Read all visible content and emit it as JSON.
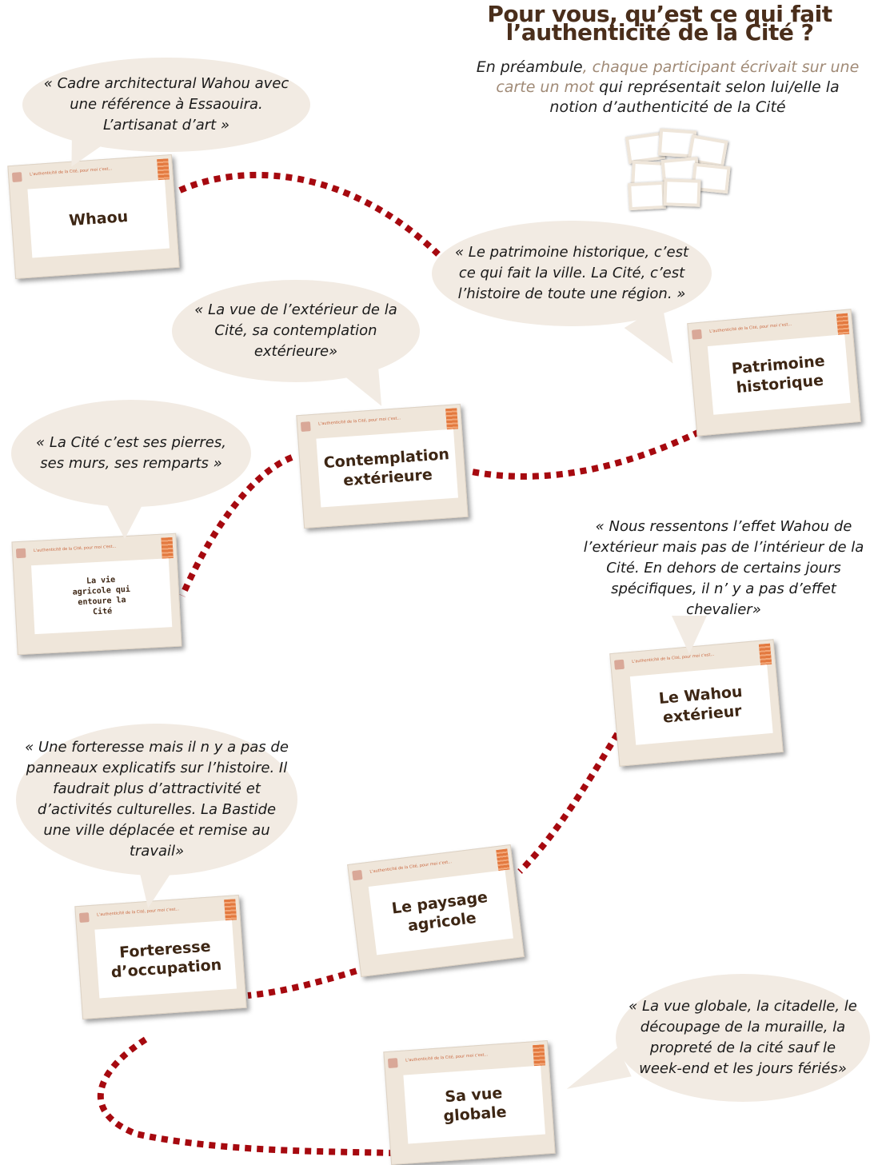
{
  "title": {
    "line1": "Pour vous, qu’est ce qui fait",
    "line2": "l’authenticité de la Cité ?"
  },
  "intro": {
    "part1": "En préambule",
    "part2": ", chaque participant écrivait sur une carte un mot",
    "part3": " qui représentait selon lui/elle la notion d’authenticité de la Cité"
  },
  "card_header": "L'authenticité de la Cité, pour moi c'est...",
  "quotes": [
    "« Cadre architectural Wahou avec une référence à Essaouira. L’artisanat d’art »",
    "« Le patrimoine historique, c’est ce qui fait la ville. La Cité, c’est l’histoire de toute une région. »",
    "« La vue de l’extérieur de la Cité, sa contemplation extérieure»",
    "« La Cité c’est ses pierres, ses murs, ses remparts »",
    "« Nous ressentons l’effet Wahou de l’extérieur mais pas de l’intérieur de la Cité. En dehors de certains jours spécifiques, il n’ y a pas d’effet chevalier»",
    "« Une forteresse mais il n y a pas de panneaux explicatifs sur l’histoire. Il faudrait plus d’attractivité et d’activités culturelles. La Bastide une ville déplacée et remise au travail»",
    "« La vue globale, la citadelle, le découpage de la muraille, la propreté de la cité sauf le week-end et les jours fériés»"
  ],
  "cards": [
    "Whaou",
    "Patrimoine historique",
    "Contemplation extérieure",
    "La vie agricole qui entoure la Cité",
    "Le Wahou extérieur",
    "Le paysage agricole",
    "Forteresse d’occupation",
    "Sa vue globale"
  ],
  "colors": {
    "title": "#4a2e1b",
    "bubble": "#f2ebe3",
    "card_frame": "#efe6da",
    "card_header": "#c9673f",
    "path": "#a6090f",
    "muted_text": "#a08a76"
  }
}
